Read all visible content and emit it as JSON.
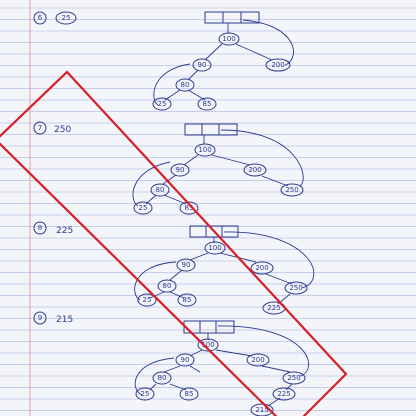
{
  "page": {
    "ink_color": "#2b3a8f",
    "paper_color": "#f4f5fb",
    "rule_color": "#b9c1e6",
    "margin_color": "#e2a3a3",
    "annotation_color": "#d81f26"
  },
  "steps": [
    {
      "number": "6",
      "value": "25",
      "nodes": [
        "100",
        "90",
        "200",
        "80",
        "25",
        "85"
      ]
    },
    {
      "number": "7",
      "value": "250",
      "nodes": [
        "100",
        "90",
        "200",
        "80",
        "250",
        "25",
        "85"
      ]
    },
    {
      "number": "8",
      "value": "225",
      "nodes": [
        "100",
        "90",
        "200",
        "80",
        "250",
        "25",
        "85",
        "225"
      ]
    },
    {
      "number": "9",
      "value": "215",
      "nodes": [
        "100",
        "90",
        "200",
        "80",
        "250",
        "25",
        "85",
        "225",
        "215"
      ]
    }
  ]
}
